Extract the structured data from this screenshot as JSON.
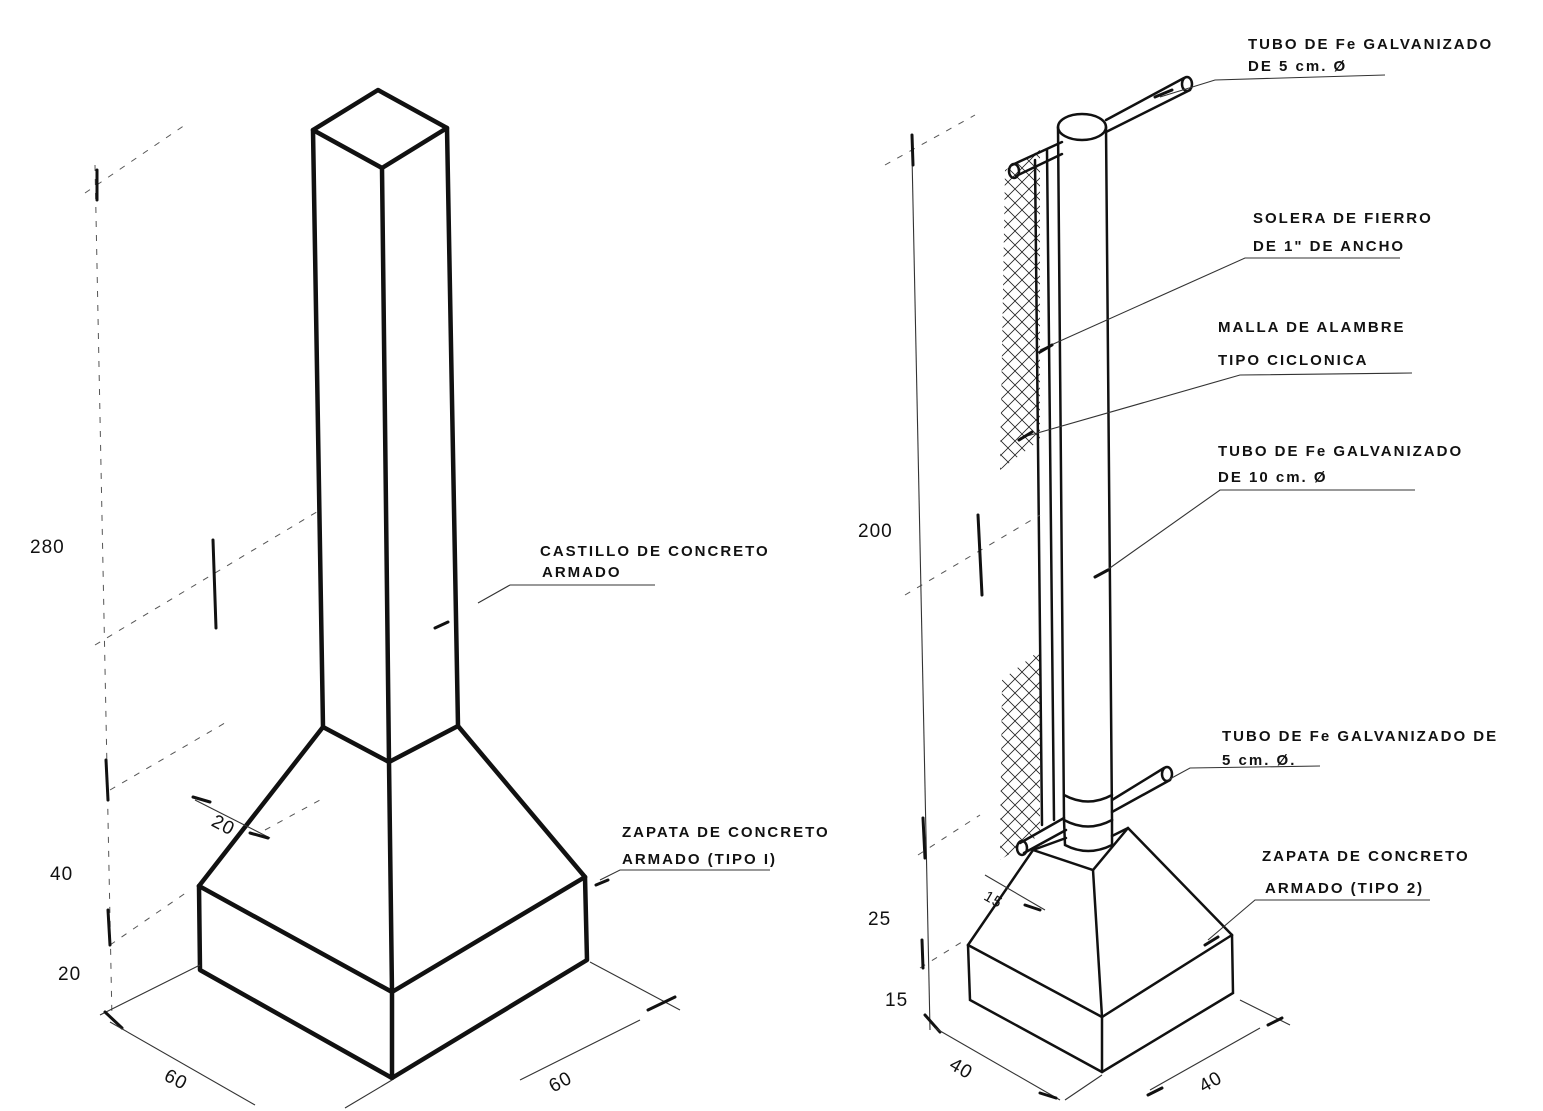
{
  "labels": {
    "tubo_top_1": "TUBO DE Fe  GALVANIZADO",
    "tubo_top_2": "DE 5 cm. Ø",
    "solera_1": "SOLERA DE  FIERRO",
    "solera_2": "DE  1\"  DE ANCHO",
    "malla_1": "MALLA  DE  ALAMBRE",
    "malla_2": "TIPO  CICLONICA",
    "tubo_mid_1": "TUBO  DE  Fe   GALVANIZADO",
    "tubo_mid_2": "DE   10 cm.  Ø",
    "castillo_1": "CASTILLO DE CONCRETO",
    "castillo_2": "ARMADO",
    "tubo_low_1": "TUBO  DE  Fe GALVANIZADO DE",
    "tubo_low_2": "5 cm. Ø.",
    "zapata1_1": "ZAPATA  DE  CONCRETO",
    "zapata1_2": "ARMADO  (TIPO  I)",
    "zapata2_1": "ZAPATA DE CONCRETO",
    "zapata2_2": "ARMADO  (TIPO 2)"
  },
  "dims": {
    "h280": "280",
    "h40": "40",
    "h20": "20",
    "w60a": "60",
    "w60b": "60",
    "d20": "20",
    "h200": "200",
    "h25": "25",
    "h15": "15",
    "w40a": "40",
    "w40b": "40",
    "d15": "15"
  }
}
